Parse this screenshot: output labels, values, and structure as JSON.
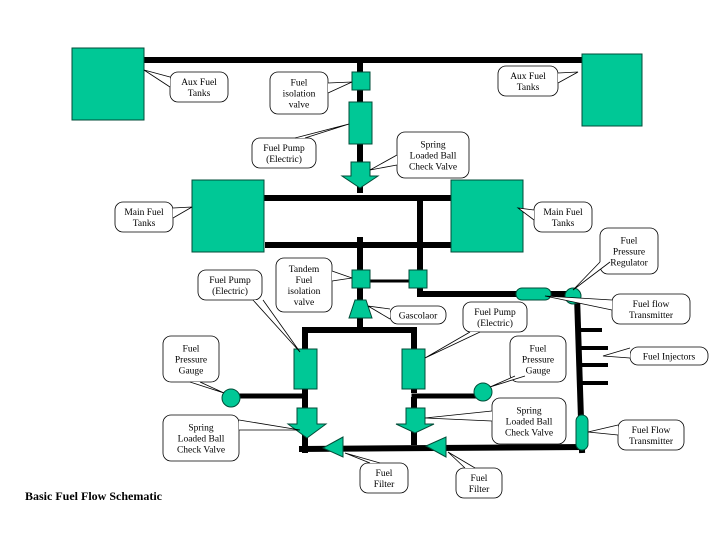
{
  "title": "Basic Fuel Flow Schematic",
  "colors": {
    "component_fill": "#00C896",
    "line": "#000000",
    "callout_fill": "#ffffff",
    "background": "#ffffff"
  },
  "labels": {
    "aux_tanks_left": [
      "Aux Fuel",
      "Tanks"
    ],
    "aux_tanks_right": [
      "Aux Fuel",
      "Tanks"
    ],
    "fuel_isolation_valve": [
      "Fuel",
      "isolation",
      "valve"
    ],
    "fuel_pump_top": [
      "Fuel Pump",
      "(Electric)"
    ],
    "check_valve_top": [
      "Spring",
      "Loaded Ball",
      "Check Valve"
    ],
    "main_tanks_left": [
      "Main Fuel",
      "Tanks"
    ],
    "main_tanks_right": [
      "Main Fuel",
      "Tanks"
    ],
    "fuel_pressure_regulator": [
      "Fuel",
      "Pressure",
      "Regulator"
    ],
    "fuel_pump_left": [
      "Fuel Pump",
      "(Electric)"
    ],
    "tandem_isolation_valve": [
      "Tandem",
      "Fuel",
      "isolation",
      "valve"
    ],
    "gascolator": [
      "Gascolaor"
    ],
    "fuel_pump_right": [
      "Fuel Pump",
      "(Electric)"
    ],
    "fuel_flow_transmitter_top": [
      "Fuel flow",
      "Transmitter"
    ],
    "fuel_injectors": [
      "Fuel Injectors"
    ],
    "pressure_gauge_left": [
      "Fuel",
      "Pressure",
      "Gauge"
    ],
    "pressure_gauge_right": [
      "Fuel",
      "Pressure",
      "Gauge"
    ],
    "check_valve_left": [
      "Spring",
      "Loaded Ball",
      "Check Valve"
    ],
    "check_valve_right": [
      "Spring",
      "Loaded Ball",
      "Check Valve"
    ],
    "fuel_flow_transmitter_bottom": [
      "Fuel Flow",
      "Transmitter"
    ],
    "fuel_filter_left": [
      "Fuel",
      "Filter"
    ],
    "fuel_filter_right": [
      "Fuel",
      "Filter"
    ]
  }
}
